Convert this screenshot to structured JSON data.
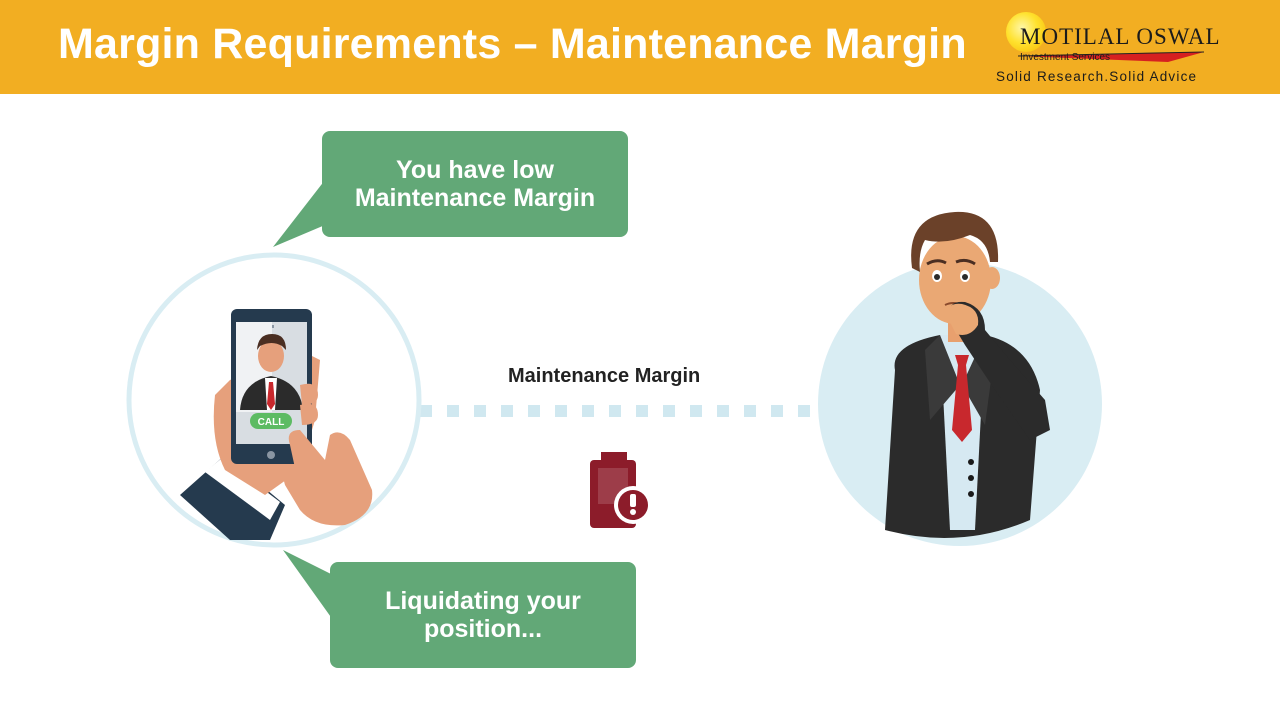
{
  "slide": {
    "title": "Margin Requirements – Maintenance Margin"
  },
  "brand": {
    "name": "Motilal Oswal",
    "name_display": "MOTILAL OSWAL",
    "subtitle": "Investment Services",
    "tagline": "Solid Research.Solid Advice"
  },
  "bubbles": {
    "top": "You have low\nMaintenance Margin",
    "bottom": "Liquidating your\nposition..."
  },
  "phone": {
    "call_label": "CALL"
  },
  "connection": {
    "label": "Maintenance Margin"
  },
  "colors": {
    "header": "#f2ae22",
    "bubble": "#62a877",
    "circle": "#d9edf3",
    "dots": "#d0e8f0",
    "battery": "#8c1c2a"
  },
  "icons": {
    "battery": "low-battery-warning-icon"
  }
}
